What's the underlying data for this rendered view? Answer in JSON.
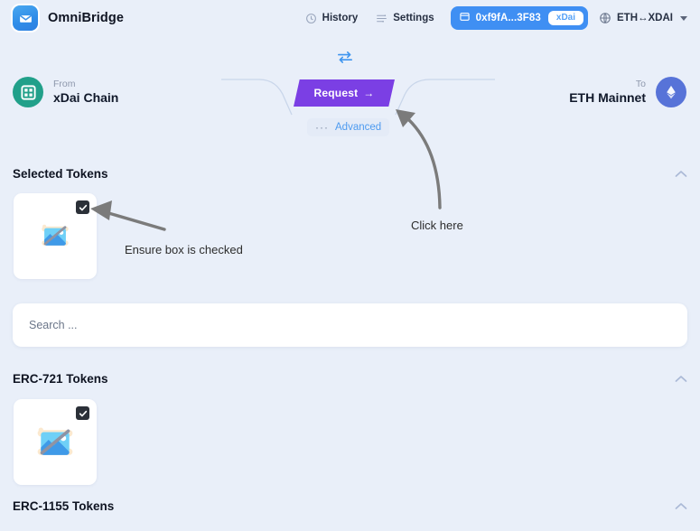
{
  "header": {
    "brand": {
      "name": "OmniBridge",
      "logo_icon": "envelope-icon"
    },
    "links": [
      {
        "label": "History",
        "icon": "clock-icon"
      },
      {
        "label": "Settings",
        "icon": "sliders-icon"
      }
    ],
    "account": {
      "address": "0xf9fA...3F83",
      "chain_tag": "xDai",
      "icon": "wallet-icon",
      "color": "#3f8ff3"
    },
    "network_select": {
      "label": "ETH↔XDAI",
      "icon": "globe-icon"
    }
  },
  "bridge": {
    "swap_icon": "swap-arrows-icon",
    "from": {
      "label": "From",
      "name": "xDai Chain",
      "icon": "xdai-logo-icon",
      "color": "#21a08a"
    },
    "to": {
      "label": "To",
      "name": "ETH Mainnet",
      "icon": "ethereum-logo-icon",
      "color": "#5773d8"
    },
    "request_button": {
      "label": "Request",
      "arrow": "→",
      "color": "#7b3fe4"
    },
    "advanced": {
      "label": "Advanced",
      "dots": "···"
    }
  },
  "sections": [
    {
      "title": "Selected Tokens",
      "collapse_icon": "chevron-up-icon",
      "tokens": [
        {
          "image": "broken-image-icon",
          "checked": true,
          "check_glyph": "✓"
        }
      ]
    },
    {
      "title": "ERC-721 Tokens",
      "collapse_icon": "chevron-up-icon",
      "tokens": [
        {
          "image": "broken-image-icon",
          "checked": true,
          "check_glyph": "✓"
        }
      ]
    },
    {
      "title": "ERC-1155 Tokens",
      "collapse_icon": "chevron-up-icon",
      "tokens": []
    }
  ],
  "search": {
    "value": "",
    "placeholder": "Search ..."
  },
  "annotations": [
    {
      "text": "Ensure box is checked"
    },
    {
      "text": "Click here"
    }
  ],
  "colors": {
    "background": "#e9eff9",
    "accent_blue": "#3f8ff3",
    "accent_purple": "#7b3fe4",
    "xdai_teal": "#21a08a",
    "eth_blue": "#5773d8"
  }
}
